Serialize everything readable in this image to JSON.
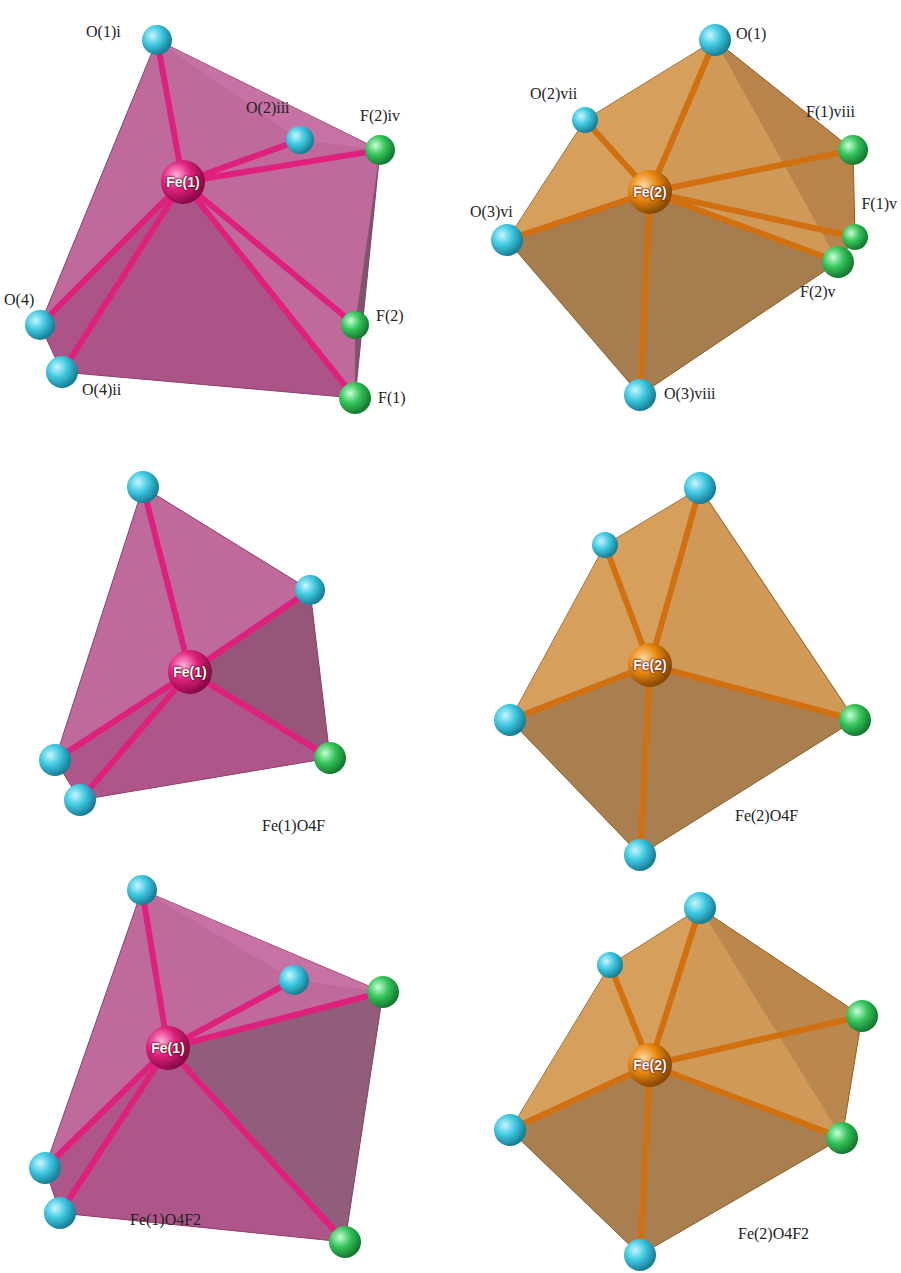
{
  "diagram": {
    "nodes": [
      {
        "text": [
          "Fe(1)"
        ]
      },
      {
        "text": [
          "Fe(2)"
        ]
      },
      {
        "text": [
          "Fe(1)"
        ]
      },
      {
        "text": [
          "Fe(2)"
        ]
      },
      {
        "text": [
          "Fe(1)"
        ]
      },
      {
        "text": [
          "Fe(2)"
        ]
      }
    ],
    "labels": [
      "O(1)i",
      "O(2)iii",
      "F(2)iv",
      "O(4)",
      "F(2)",
      "O(4)ii",
      "F(1)",
      "O(1)",
      "O(2)vii",
      "F(1)viii",
      "F(1)v",
      "F(2)v",
      "O(3)vi",
      "O(3)viii",
      "Fe(1)O4F",
      "Fe(2)O4F",
      "Fe(1)O4F2",
      "Fe(2)O4F2"
    ]
  }
}
